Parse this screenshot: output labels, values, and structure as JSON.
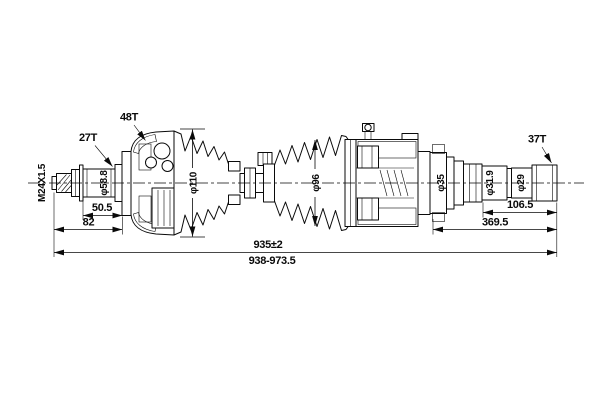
{
  "drawing": {
    "callouts": {
      "thread_spec": "M24X1.5",
      "outer_spline_teeth": "27T",
      "abs_ring_teeth": "48T",
      "inner_spline_teeth": "37T"
    },
    "diameters": {
      "outer_stub": "φ58.8",
      "outer_joint": "φ110",
      "inner_boot": "φ96",
      "inner_joint_collar": "φ35",
      "shaft_step_1": "φ31.9",
      "shaft_step_2": "φ29"
    },
    "lengths": {
      "outer_spline_len": "50.5",
      "outer_stub_len": "82",
      "inner_spline_len": "106.5",
      "inner_section_len": "369.5",
      "overall": "935±2",
      "overall_range": "938-973.5"
    },
    "colors": {
      "ink": "#0a0a0a",
      "paper": "#ffffff"
    }
  }
}
